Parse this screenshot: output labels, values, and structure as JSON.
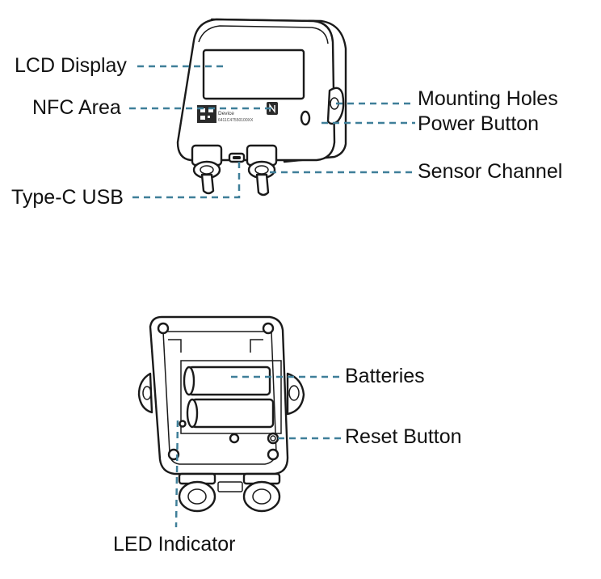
{
  "labels": {
    "lcd_display": "LCD Display",
    "nfc_area": "NFC Area",
    "type_c_usb": "Type-C USB",
    "mounting_holes": "Mounting Holes",
    "power_button": "Power Button",
    "sensor_channel": "Sensor Channel",
    "batteries": "Batteries",
    "reset_button": "Reset Button",
    "led_indicator": "LED Indicator"
  },
  "device_print": {
    "brand": "Device",
    "serial": "6411C47550100XX"
  },
  "colors": {
    "leader_line": "#3f7f99",
    "outline": "#1a1a1a",
    "text": "#111111"
  }
}
